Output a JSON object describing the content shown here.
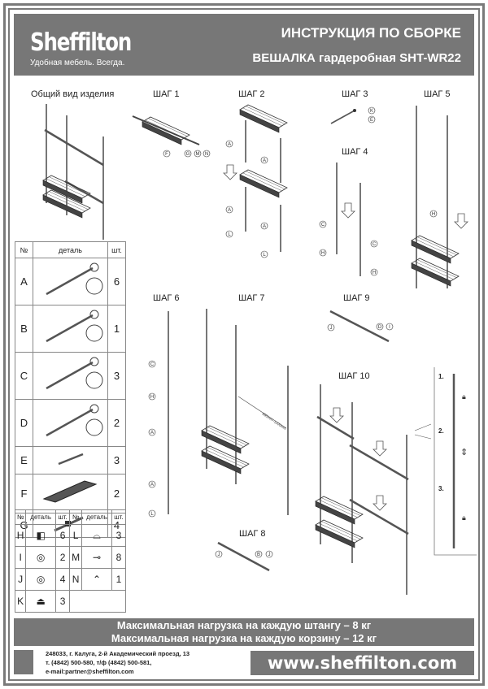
{
  "header": {
    "brand": "Sheffilton",
    "tagline": "Удобная мебель. Всегда.",
    "title": "ИНСТРУКЦИЯ ПО СБОРКЕ",
    "product": "ВЕШАЛКА гардеробная SHT-WR22"
  },
  "overview_label": "Общий вид изделия",
  "steps": [
    {
      "label": "ШАГ 1",
      "callouts": [
        "F",
        "G",
        "M",
        "N"
      ]
    },
    {
      "label": "ШАГ 2",
      "callouts": [
        "A",
        "A",
        "A",
        "A",
        "L",
        "L"
      ]
    },
    {
      "label": "ШАГ 3",
      "callouts": [
        "K",
        "E"
      ]
    },
    {
      "label": "ШАГ 4",
      "callouts": [
        "C",
        "H",
        "C",
        "H"
      ]
    },
    {
      "label": "ШАГ 5",
      "callouts": [
        "H"
      ]
    },
    {
      "label": "ШАГ 6",
      "callouts": [
        "C",
        "H",
        "A",
        "A",
        "L"
      ]
    },
    {
      "label": "ШАГ 7",
      "dimension": "690mm–1100mm"
    },
    {
      "label": "ШАГ 8",
      "callouts": [
        "J",
        "B",
        "J"
      ]
    },
    {
      "label": "ШАГ 9",
      "callouts": [
        "J",
        "D",
        "I"
      ]
    },
    {
      "label": "ШАГ 10",
      "substeps": [
        "1.",
        "2.",
        "3."
      ]
    }
  ],
  "parts_table": {
    "headers": [
      "№",
      "деталь",
      "шт."
    ],
    "rows": [
      {
        "id": "A",
        "part": "rod-with-end-cap",
        "qty": "6"
      },
      {
        "id": "B",
        "part": "rod-with-end-cap",
        "qty": "1"
      },
      {
        "id": "C",
        "part": "rod-with-end-cap",
        "qty": "3"
      },
      {
        "id": "D",
        "part": "rod-with-end-cap",
        "qty": "2"
      },
      {
        "id": "E",
        "part": "short-rod",
        "qty": "3"
      },
      {
        "id": "F",
        "part": "wire-basket",
        "qty": "2"
      },
      {
        "id": "G",
        "part": "basket-bracket",
        "qty": "4"
      }
    ]
  },
  "small_parts_table": {
    "headers": [
      "№",
      "деталь",
      "шт.",
      "№",
      "деталь",
      "шт."
    ],
    "rows": [
      [
        {
          "id": "H",
          "qty": "6"
        },
        {
          "id": "L",
          "qty": "3"
        }
      ],
      [
        {
          "id": "I",
          "qty": "2"
        },
        {
          "id": "M",
          "qty": "8"
        }
      ],
      [
        {
          "id": "J",
          "qty": "4"
        },
        {
          "id": "N",
          "qty": "1"
        }
      ],
      [
        {
          "id": "K",
          "qty": "3"
        },
        null
      ]
    ]
  },
  "load": {
    "line1": "Максимальная нагрузка на каждую штангу – 8 кг",
    "line2": "Максимальная нагрузка на каждую корзину – 12 кг"
  },
  "footer": {
    "address": "248033, г. Калуга, 2-й Академический проезд, 13",
    "phones": "т. (4842) 500-580, т/ф (4842) 500-581,",
    "email": "e-mail:partner@sheffilton.com",
    "website": "www.sheffilton.com"
  },
  "colors": {
    "banner": "#777777",
    "line": "#555555"
  }
}
